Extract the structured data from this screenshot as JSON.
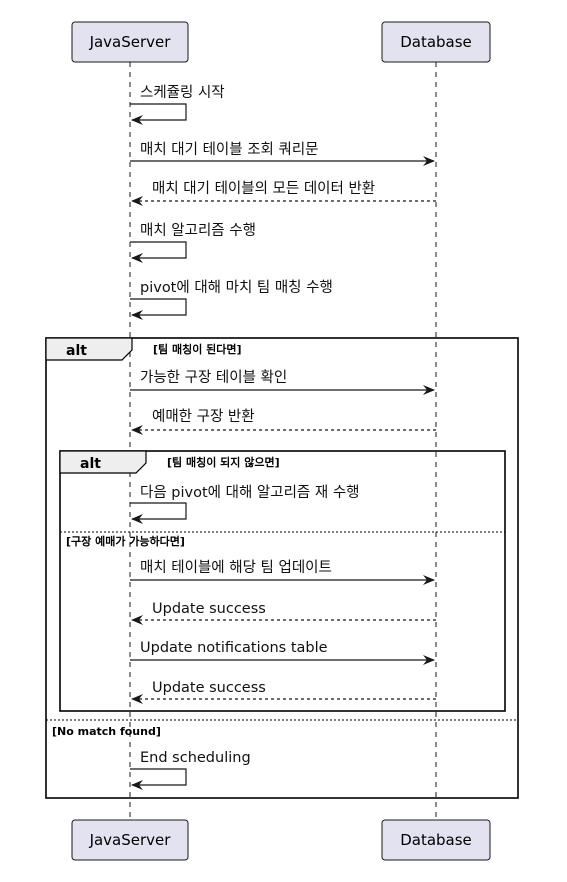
{
  "participants": {
    "server": "JavaServer",
    "db": "Database"
  },
  "messages": {
    "m1": "스케쥴링 시작",
    "m2": "매치 대기 테이블 조회 쿼리문",
    "m3": "매치 대기 테이블의 모든 데이터 반환",
    "m4": "매치 알고리즘 수행",
    "m5": "pivot에 대해 마치 팀 매칭 수행",
    "m6": "가능한 구장 테이블 확인",
    "m7": "예매한 구장 반환",
    "m8": "다음 pivot에 대해 알고리즘 재 수행",
    "m9": "매치 테이블에 해당 팀 업데이트",
    "m10": "Update success",
    "m11": "Update notifications table",
    "m12": "Update success",
    "m13": "End scheduling"
  },
  "fragments": {
    "outer_keyword": "alt",
    "outer_guard": "[팀 매칭이 된다면]",
    "outer_else_guard": "[No match found]",
    "inner_keyword": "alt",
    "inner_guard": "[팀 매칭이 되지 않으면]",
    "inner_else_guard": "[구장 예매가 가능하다면]"
  },
  "colors": {
    "participant_fill": "#E2E2F0",
    "participant_border": "#181818",
    "lifeline": "#181818",
    "arrow": "#181818"
  }
}
